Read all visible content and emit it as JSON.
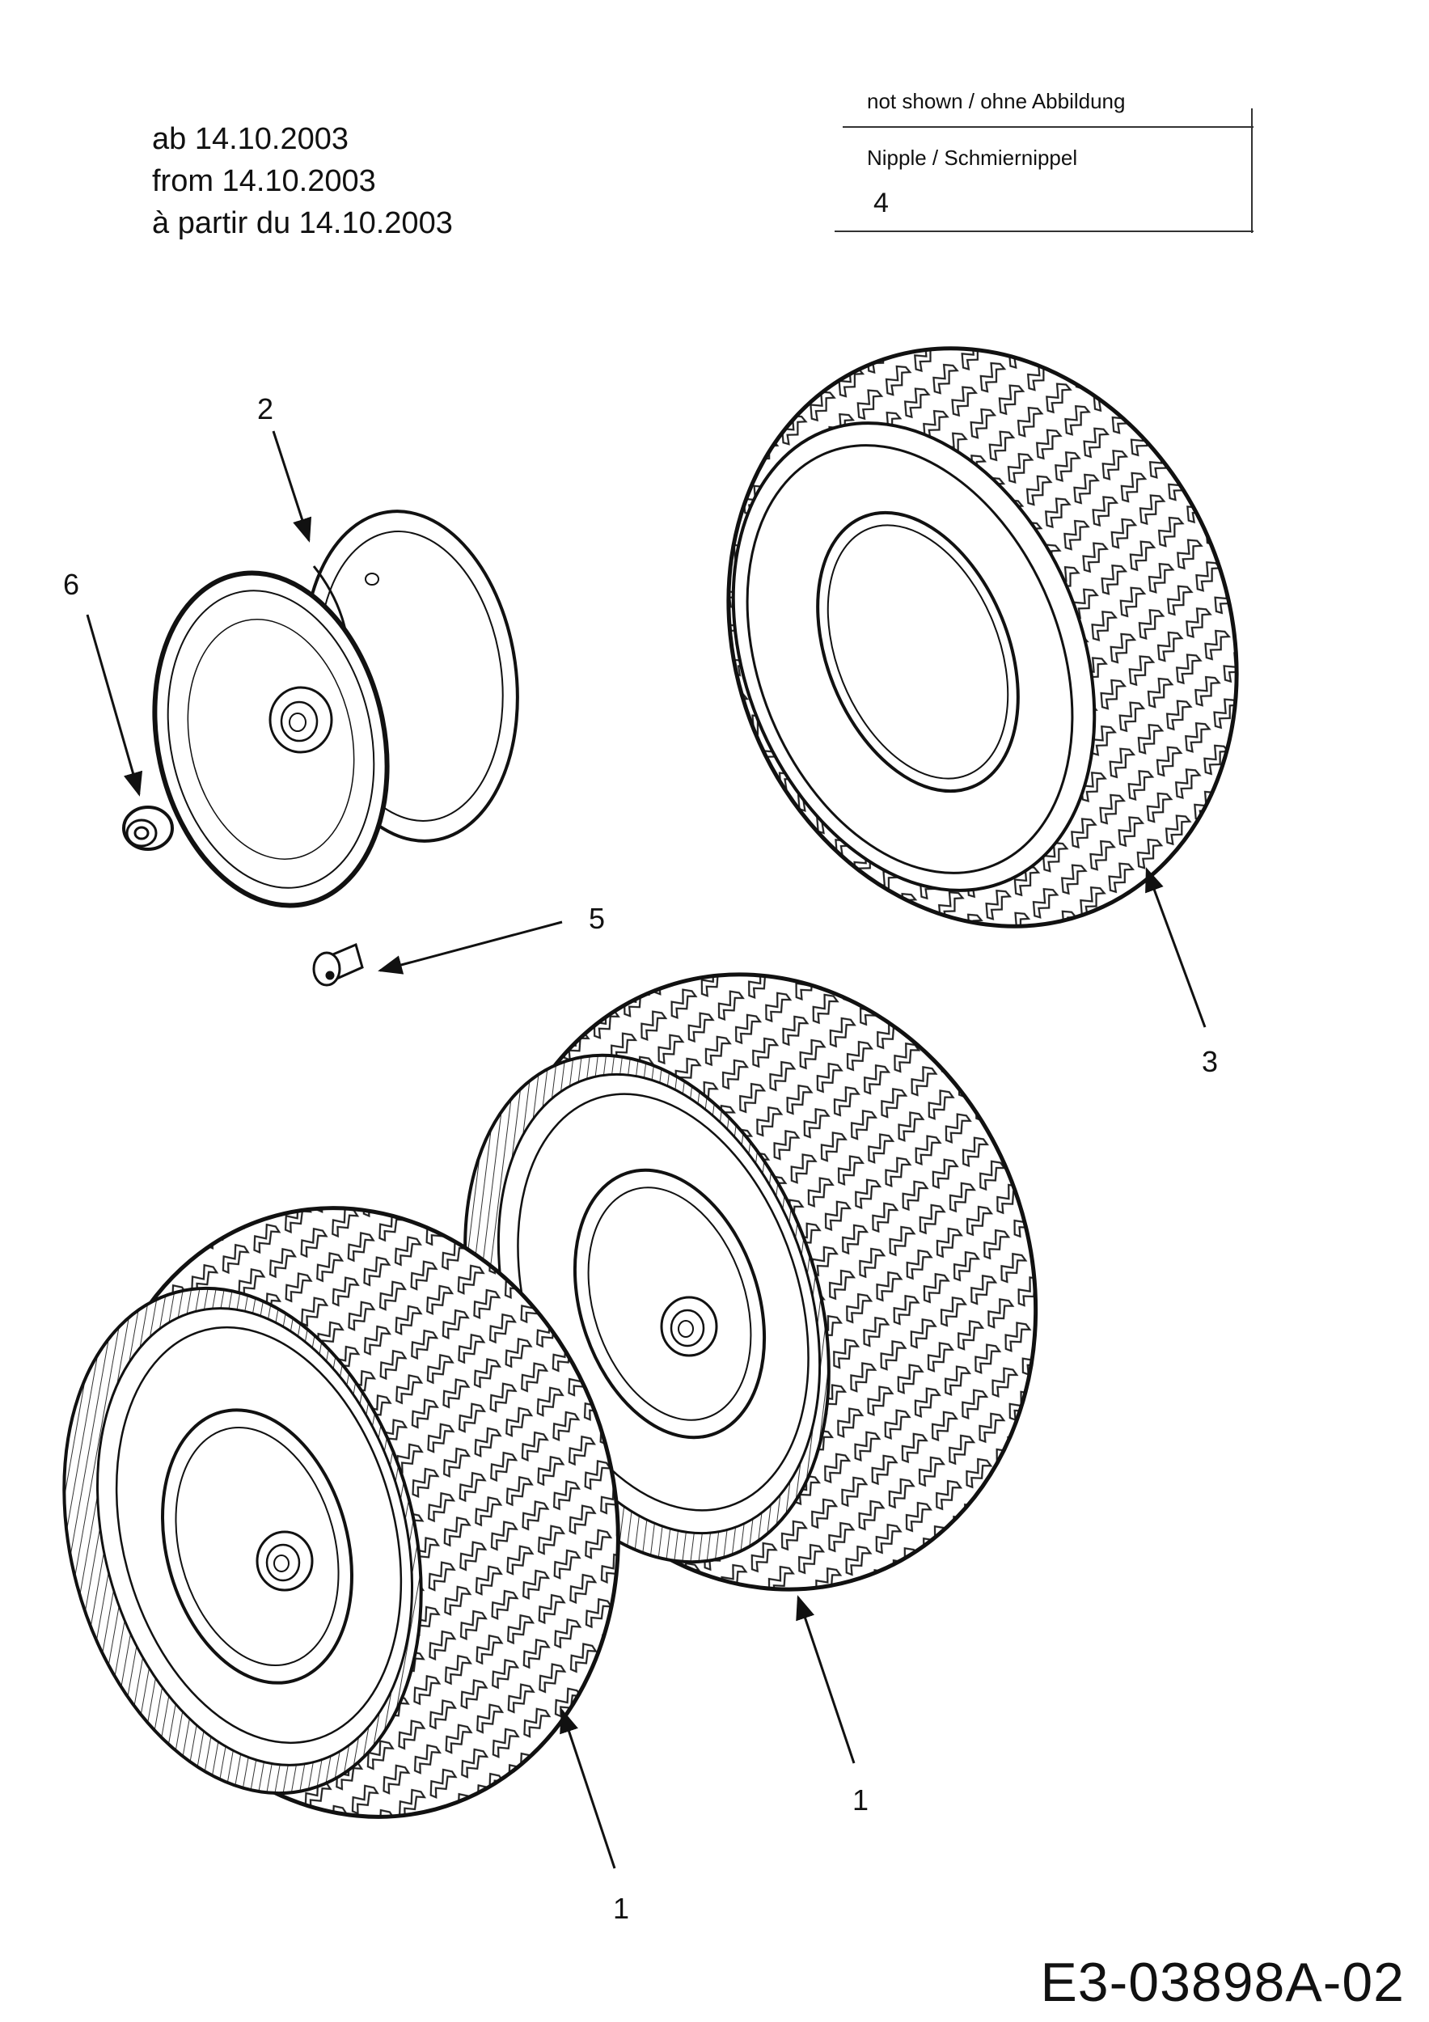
{
  "validity": {
    "line_de": "ab 14.10.2003",
    "line_en": "from 14.10.2003",
    "line_fr": "à partir du 14.10.2003"
  },
  "not_shown_box": {
    "header": "not shown / ohne Abbildung",
    "item_label": "Nipple / Schmiernippel",
    "item_number": "4"
  },
  "callouts": {
    "rim": "2",
    "bushing": "6",
    "tire": "3",
    "valve": "5",
    "wheel_rear": "1",
    "wheel_front": "1"
  },
  "document_id": "E3-03898A-02"
}
